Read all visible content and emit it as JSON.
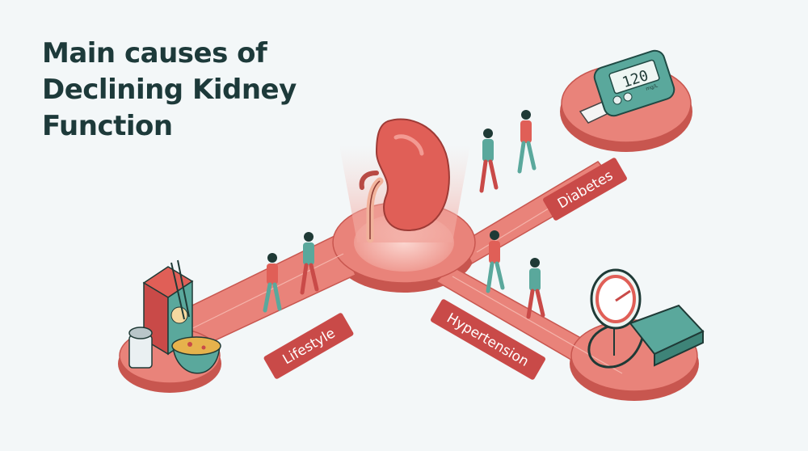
{
  "title": {
    "line1": "Main causes of",
    "line2": "Declining Kidney",
    "line3": "Function"
  },
  "branches": {
    "lifestyle": {
      "label": "Lifestyle"
    },
    "diabetes": {
      "label": "Diabetes"
    },
    "hypertension": {
      "label": "Hypertension"
    }
  },
  "glucose_meter": {
    "reading": "120",
    "unit": "mg/L"
  },
  "colors": {
    "path": "#e9837a",
    "path_dark": "#c8564f",
    "label_bg": "#c94a48",
    "teal": "#5aa89c",
    "title": "#1d3a3a",
    "background": "#f3f7f8"
  },
  "icons": [
    "kidney-icon",
    "glucose-meter-icon",
    "blood-pressure-monitor-icon",
    "noodle-box-icon",
    "salt-shaker-icon",
    "soup-bowl-icon",
    "walking-person-icon"
  ]
}
